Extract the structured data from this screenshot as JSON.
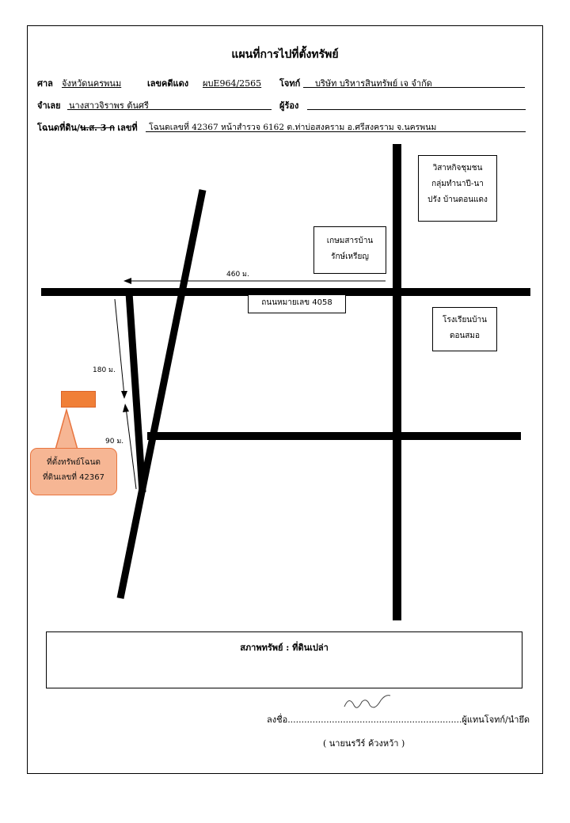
{
  "title": "แผนที่การไปที่ตั้งทรัพย์",
  "header": {
    "court_label": "ศาล",
    "court_value": "จังหวัดนครพนม",
    "red_case_label": "เลขคดีแดง",
    "red_case_value": "ผบE964/2565",
    "plaintiff_label": "โจทก์",
    "plaintiff_value": "บริษัท บริหารสินทรัพย์ เจ จำกัด",
    "defendant_label": "จำเลย",
    "defendant_value": "นางสาวจิราพร ต้นศรี",
    "petitioner_label": "ผู้ร้อง",
    "deed_label": "โฉนดที่ดิน/",
    "deed_struck": "น.ส. 3 ก",
    "deed_no_label": "เลขที่",
    "deed_value": "โฉนดเลขที่ 42367 หน้าสำรวจ 6162 ต.ท่าบ่อสงคราม อ.ศรีสงคราม จ.นครพนม"
  },
  "map": {
    "landmark_enterprise": [
      "วิสาหกิจชุมชน",
      "กลุ่มทำนาปี-นา",
      "ปรัง บ้านดอนแดง"
    ],
    "landmark_farmer": [
      "เกษมสารบ้าน",
      "รักษ์เหรียญ"
    ],
    "landmark_school": [
      "โรงเรียนบ้าน",
      "ดอนสมอ"
    ],
    "road_label": "ถนนหมายเลข 4058",
    "dist_460": "460 ม.",
    "dist_180": "180 ม.",
    "dist_90": "90 ม.",
    "callout": [
      "ที่ตั้งทรัพย์โฉนด",
      "ที่ดินเลขที่ 42367"
    ],
    "marker_color": "#f07f37",
    "callout_color": "#f6b694"
  },
  "condition": {
    "text": "สภาพทรัพย์ : ที่ดินเปล่า"
  },
  "signature": {
    "label": "ลงชื่อ",
    "dots": "...............................................................",
    "role": "ผู้แทนโจทก์/นำยึด",
    "name": "( นายนรวีร์ ค้วงหว้า )"
  }
}
